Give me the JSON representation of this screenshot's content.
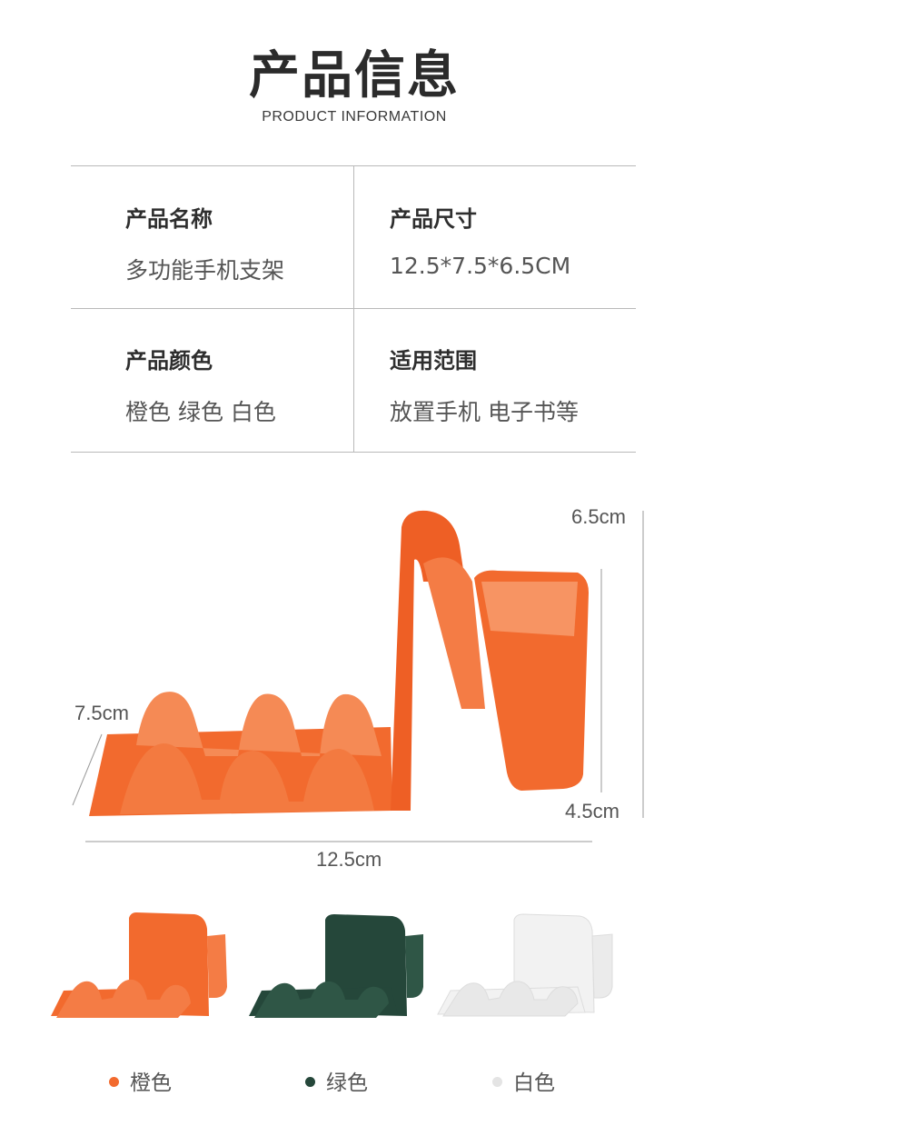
{
  "header": {
    "title": "产品信息",
    "subtitle": "PRODUCT INFORMATION"
  },
  "info": {
    "name_label": "产品名称",
    "name_value": "多功能手机支架",
    "size_label": "产品尺寸",
    "size_value": "12.5*7.5*6.5CM",
    "color_label": "产品颜色",
    "color_value": "橙色 绿色 白色",
    "usage_label": "适用范围",
    "usage_value": "放置手机 电子书等"
  },
  "dimensions": {
    "height": "6.5cm",
    "depth": "7.5cm",
    "cup_height": "4.5cm",
    "width": "12.5cm"
  },
  "variants": [
    {
      "label": "橙色",
      "color": "#f26a2e"
    },
    {
      "label": "绿色",
      "color": "#25473a"
    },
    {
      "label": "白色",
      "color": "#e4e4e4"
    }
  ],
  "colors": {
    "orange": "#f26a2e",
    "green": "#25473a",
    "white": "#f2f2f2"
  }
}
